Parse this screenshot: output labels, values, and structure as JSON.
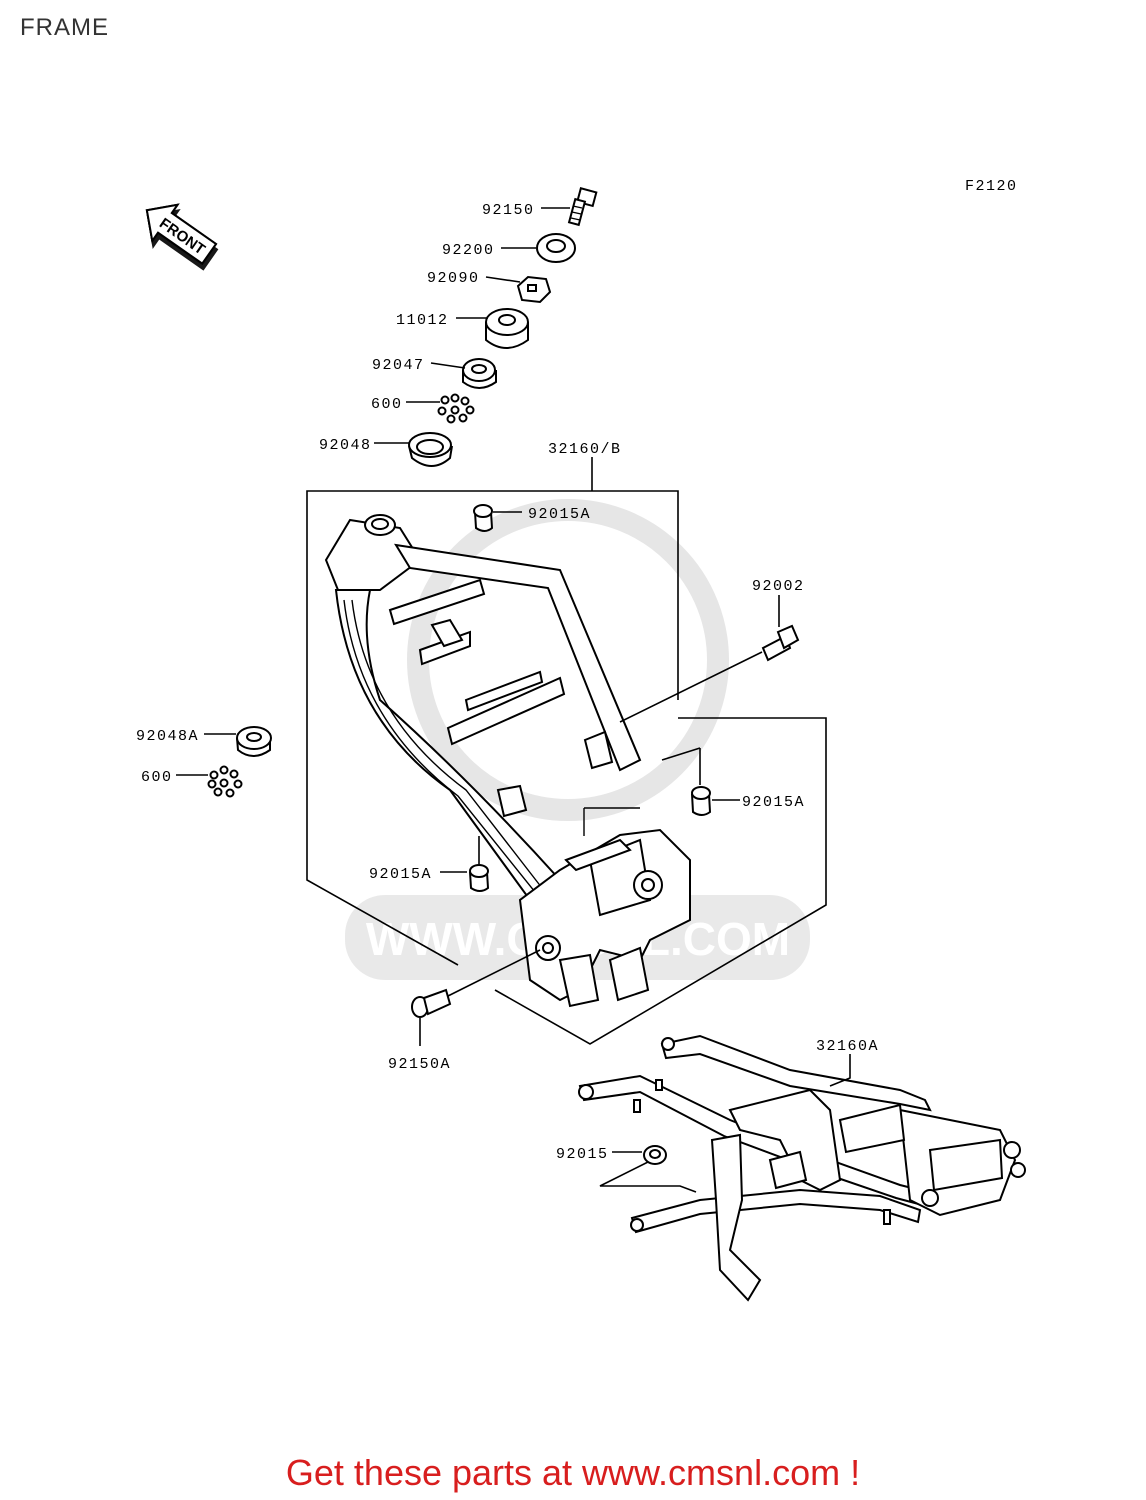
{
  "page": {
    "title": "FRAME"
  },
  "diagram": {
    "code": "F2120",
    "front_badge": "FRONT",
    "watermark": "WWW.CMSNL.COM",
    "callouts": {
      "c92150": "92150",
      "c92200": "92200",
      "c92090": "92090",
      "c11012": "11012",
      "c92047": "92047",
      "c600a": "600",
      "c92048": "92048",
      "c32160b": "32160/B",
      "c92015a_top": "92015A",
      "c92002": "92002",
      "c92048a": "92048A",
      "c600b": "600",
      "c92015a_right": "92015A",
      "c92015a_left": "92015A",
      "c92150a": "92150A",
      "c32160a": "32160A",
      "c92015": "92015"
    }
  },
  "footer": {
    "cta": "Get these parts at www.cmsnl.com !"
  },
  "colors": {
    "cta": "#d81e1e",
    "title": "#333333",
    "watermark": "#e4e4e4"
  }
}
